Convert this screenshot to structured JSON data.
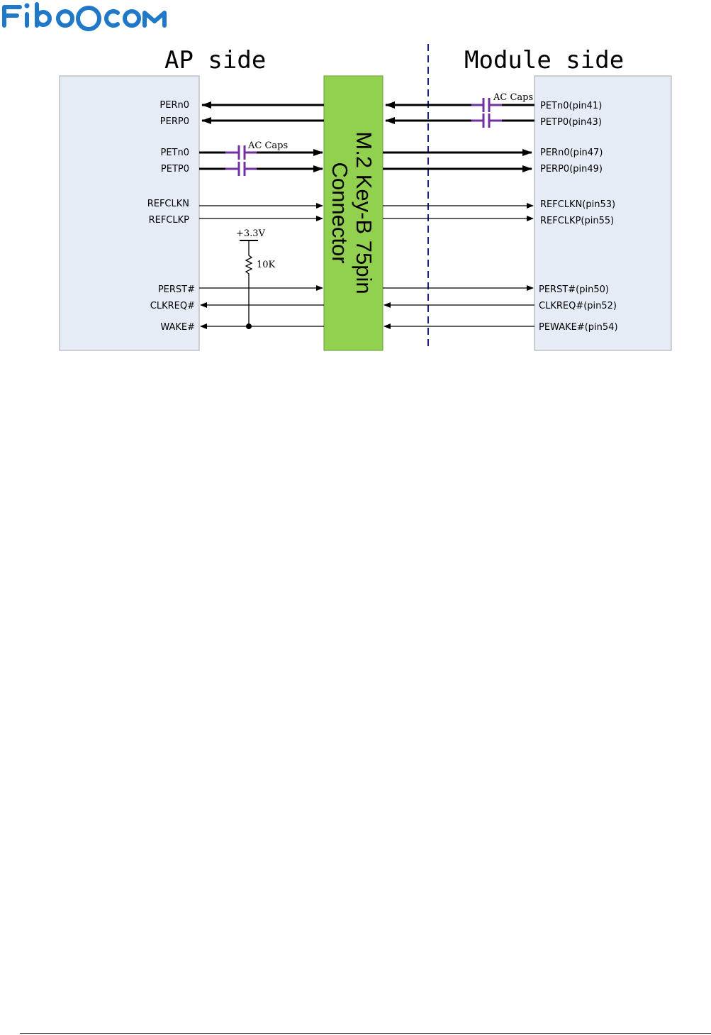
{
  "header": {
    "logo_text": "FIBOCOM",
    "brand_color": "#1f78c8"
  },
  "diagram": {
    "ap_side_title": "AP side",
    "module_side_title": "Module side",
    "connector_line1": "M.2 Key-B 75pin",
    "connector_line2": "Connector",
    "connector_color": "#92d050",
    "panel_color": "#e6ecf6",
    "cap_color": "#7030a0",
    "divider_color": "#1c1ca0",
    "ap_signals": [
      "PERn0",
      "PERP0",
      "PETn0",
      "PETP0",
      "REFCLKN",
      "REFCLKP",
      "PERST#",
      "CLKREQ#",
      "WAKE#"
    ],
    "module_signals": [
      "PETn0(pin41)",
      "PETP0(pin43)",
      "PERn0(pin47)",
      "PERP0(pin49)",
      "REFCLKN(pin53)",
      "REFCLKP(pin55)",
      "PERST#(pin50)",
      "CLKREQ#(pin52)",
      "PEWAKE#(pin54)"
    ],
    "ac_caps_label": "AC Caps",
    "voltage_label": "+3.3V",
    "resistor_label": "10K"
  }
}
